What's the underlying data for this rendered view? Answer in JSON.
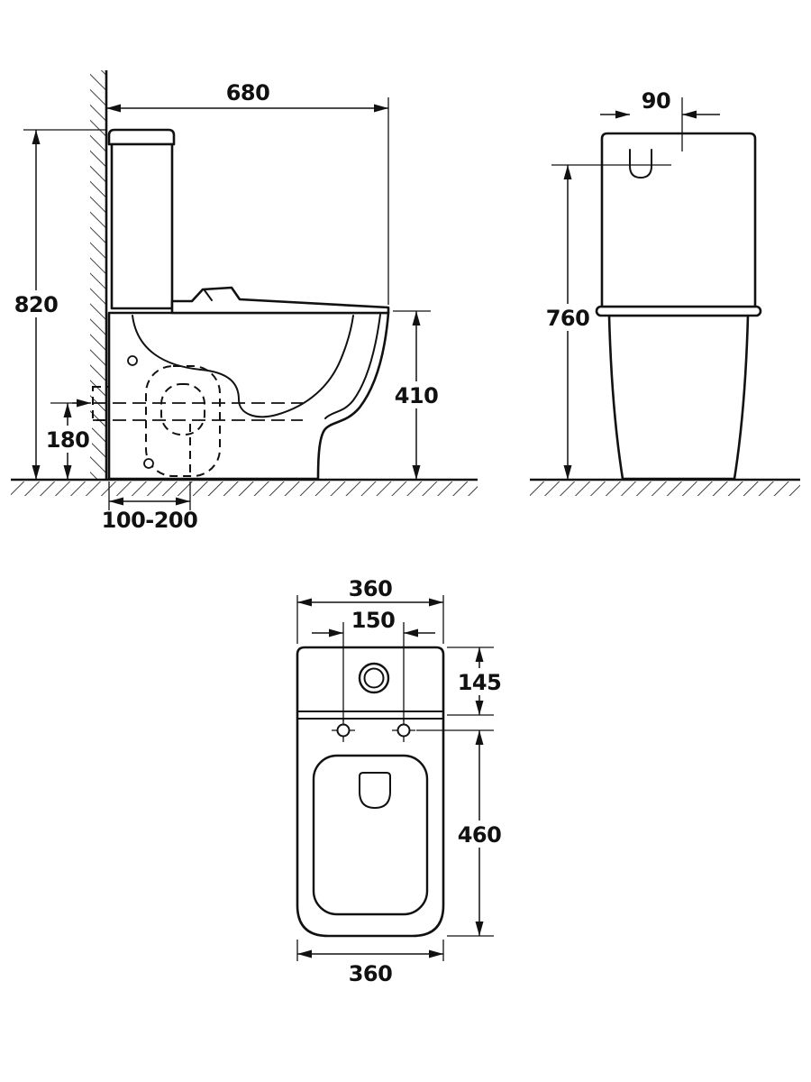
{
  "colors": {
    "line": "#111111",
    "background": "#ffffff"
  },
  "drawing": {
    "side_view": {
      "width": "680",
      "height": "820",
      "seat_height": "410",
      "outlet_height": "180",
      "outlet_offset": "100-200"
    },
    "back_view": {
      "button_width": "90",
      "height": "760"
    },
    "plan_view": {
      "width_top": "360",
      "bolt_spacing": "150",
      "cistern_depth": "145",
      "bowl_length": "460",
      "width_bottom": "360"
    }
  }
}
